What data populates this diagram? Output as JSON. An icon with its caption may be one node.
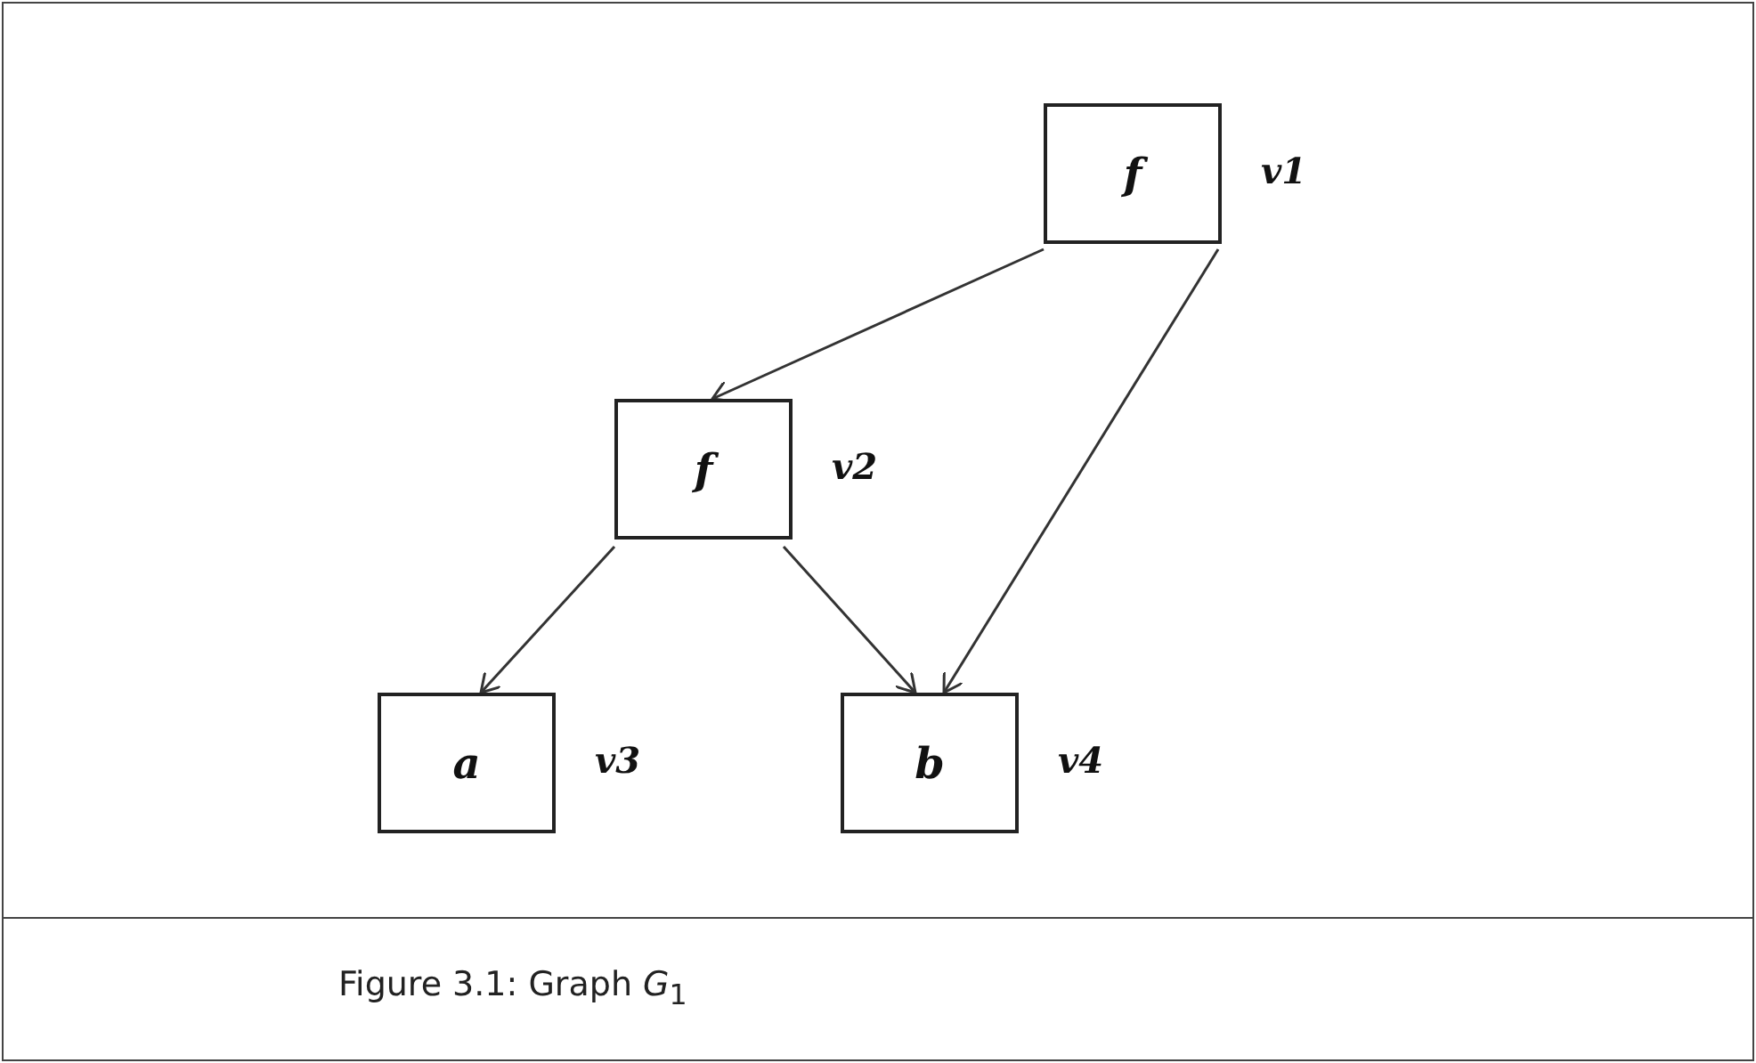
{
  "diagram": {
    "caption": "Figure 3.1: Graph *G*$_{1}$",
    "nodes": [
      {
        "text": [
          "f"
        ],
        "beside": [
          "v1"
        ]
      },
      {
        "text": [
          "f"
        ],
        "beside": [
          "v2"
        ]
      },
      {
        "text": [
          "a"
        ],
        "beside": [
          "v3"
        ]
      },
      {
        "text": [
          "b"
        ],
        "beside": [
          "v4"
        ]
      }
    ],
    "edges": [
      {
        "from": 0,
        "to": 1,
        "arrow": "to"
      },
      {
        "from": 0,
        "to": 3,
        "arrow": "to"
      },
      {
        "from": 1,
        "to": 2,
        "arrow": "to"
      },
      {
        "from": 1,
        "to": 3,
        "arrow": "to"
      }
    ]
  }
}
